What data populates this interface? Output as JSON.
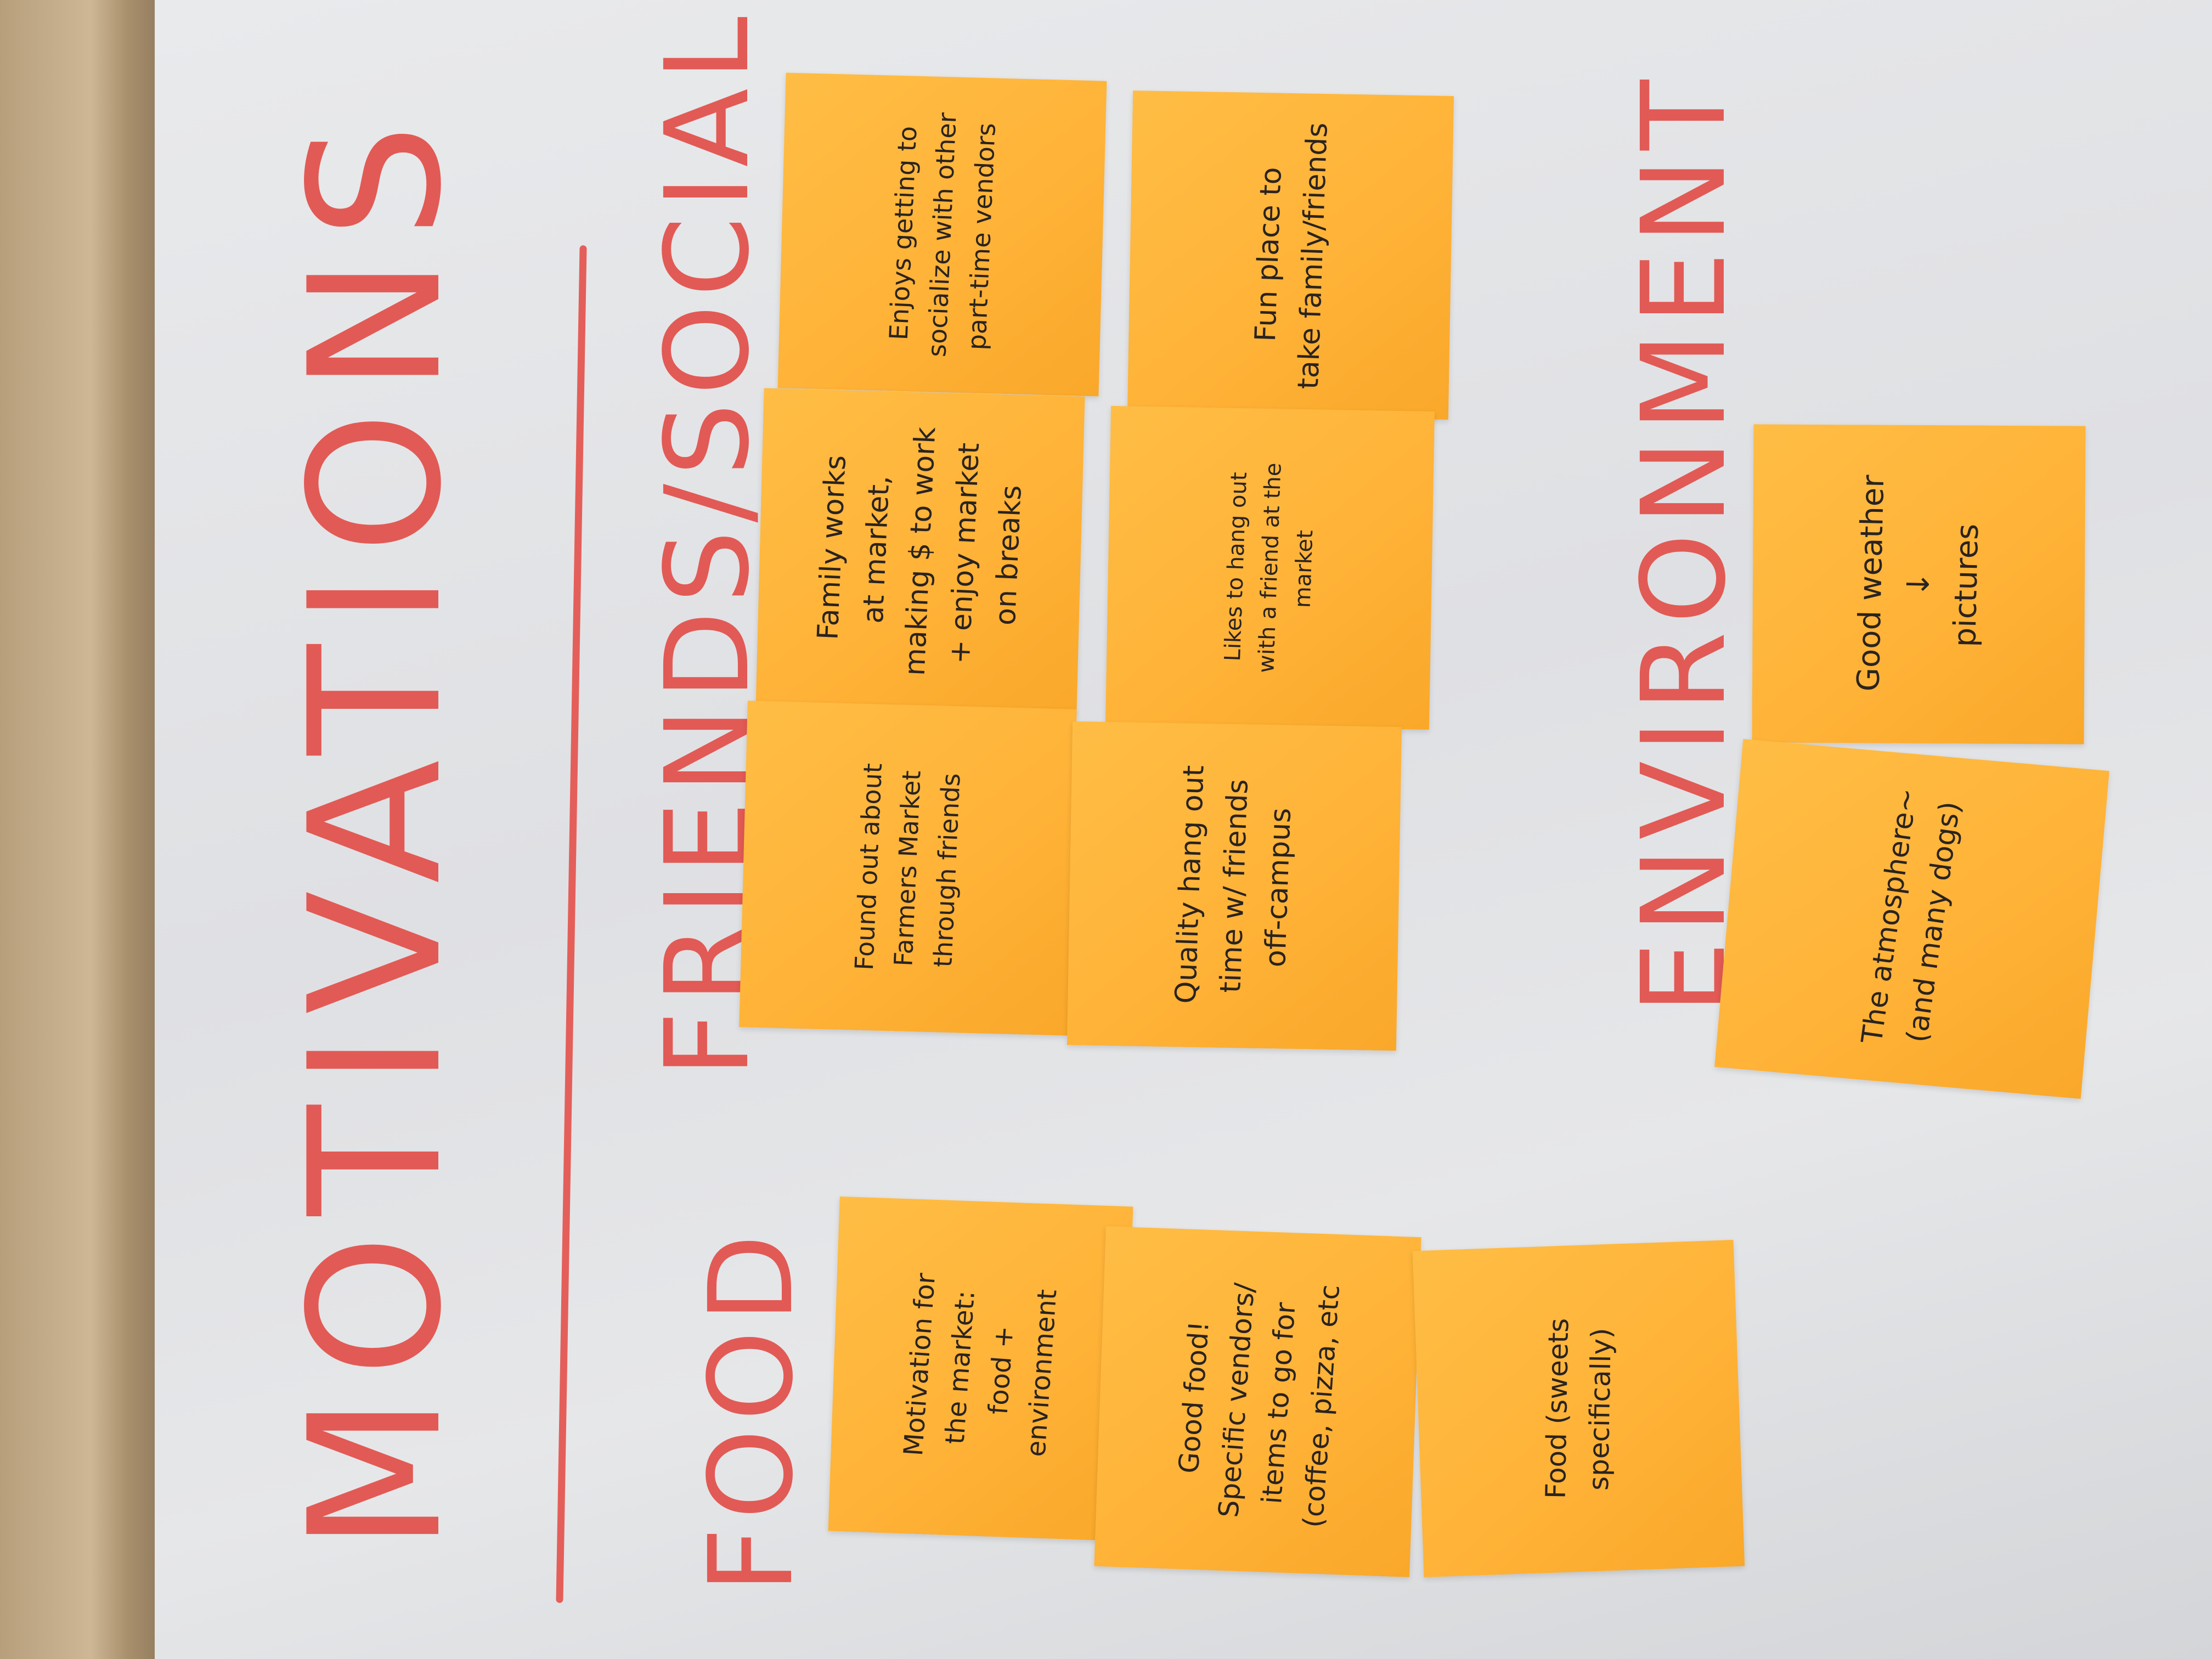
{
  "whiteboard": {
    "title": "MOTIVATIONS",
    "categories": {
      "social": "FRIENDS/SOCIAL",
      "food": "FOOD",
      "environment": "ENVIRONMENT"
    }
  },
  "notes": {
    "social_1": "Enjoys getting to\nsocialize with other\npart-time vendors",
    "social_2": "Family works\nat market,\nmaking $ to work\n+ enjoy market\non breaks",
    "social_3": "Found out about\nFarmers Market\nthrough friends",
    "social_4": "Fun place to\ntake family/friends",
    "social_5": "Likes to hang out\nwith a friend at the\nmarket",
    "social_6": "Quality hang out\ntime w/ friends\noff-campus",
    "env_1": "Good weather\n↓\npictures",
    "env_2": "The atmosphere~\n(and many dogs)",
    "food_1": "Motivation for\nthe market:\nfood +\nenvironment",
    "food_2": "Good food!\nSpecific vendors/\nitems to go for\n(coffee, pizza, etc",
    "food_3": "Food (sweets\nspecifically)"
  },
  "colors": {
    "marker_red": "#e25a55",
    "sticky_orange": "#ffb338",
    "board_white": "#e4e5e7",
    "frame_wood": "#c2aa86"
  }
}
